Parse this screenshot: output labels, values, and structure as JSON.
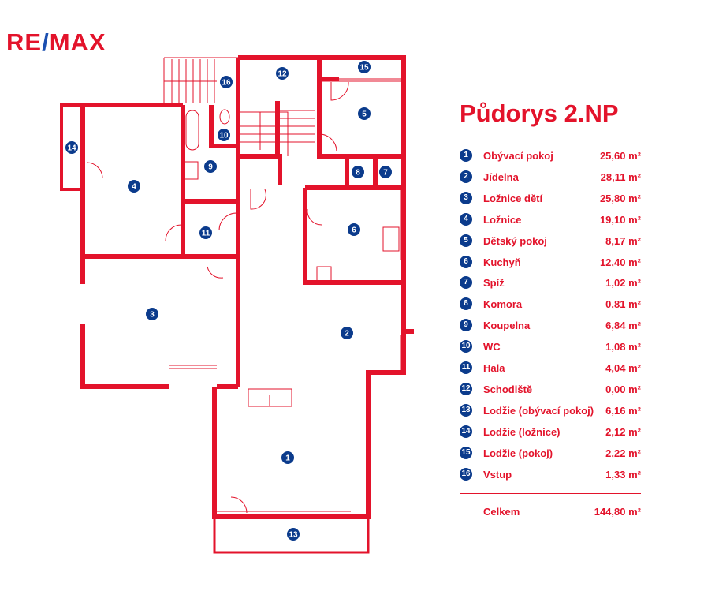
{
  "logo": {
    "text": "RE/MAX"
  },
  "legend": {
    "title": "Půdorys 2.NP",
    "unit": "m²",
    "rooms": [
      {
        "num": "1",
        "name": "Obývací pokoj",
        "area": "25,60"
      },
      {
        "num": "2",
        "name": "Jídelna",
        "area": "28,11"
      },
      {
        "num": "3",
        "name": "Ložnice dětí",
        "area": "25,80"
      },
      {
        "num": "4",
        "name": "Ložnice",
        "area": "19,10"
      },
      {
        "num": "5",
        "name": "Dětský pokoj",
        "area": "8,17"
      },
      {
        "num": "6",
        "name": "Kuchyň",
        "area": "12,40"
      },
      {
        "num": "7",
        "name": "Spíž",
        "area": "1,02"
      },
      {
        "num": "8",
        "name": "Komora",
        "area": "0,81"
      },
      {
        "num": "9",
        "name": "Koupelna",
        "area": "6,84"
      },
      {
        "num": "10",
        "name": "WC",
        "area": "1,08"
      },
      {
        "num": "11",
        "name": "Hala",
        "area": "4,04"
      },
      {
        "num": "12",
        "name": "Schodiště",
        "area": "0,00"
      },
      {
        "num": "13",
        "name": "Lodžie (obývací pokoj)",
        "area": "6,16"
      },
      {
        "num": "14",
        "name": "Lodžie (ložnice)",
        "area": "2,12"
      },
      {
        "num": "15",
        "name": "Lodžie (pokoj)",
        "area": "2,22"
      },
      {
        "num": "16",
        "name": "Vstup",
        "area": "1,33"
      }
    ],
    "total": {
      "label": "Celkem",
      "area": "144,80"
    }
  },
  "colors": {
    "wall": "#e3132b",
    "marker": "#0b3b8c"
  }
}
